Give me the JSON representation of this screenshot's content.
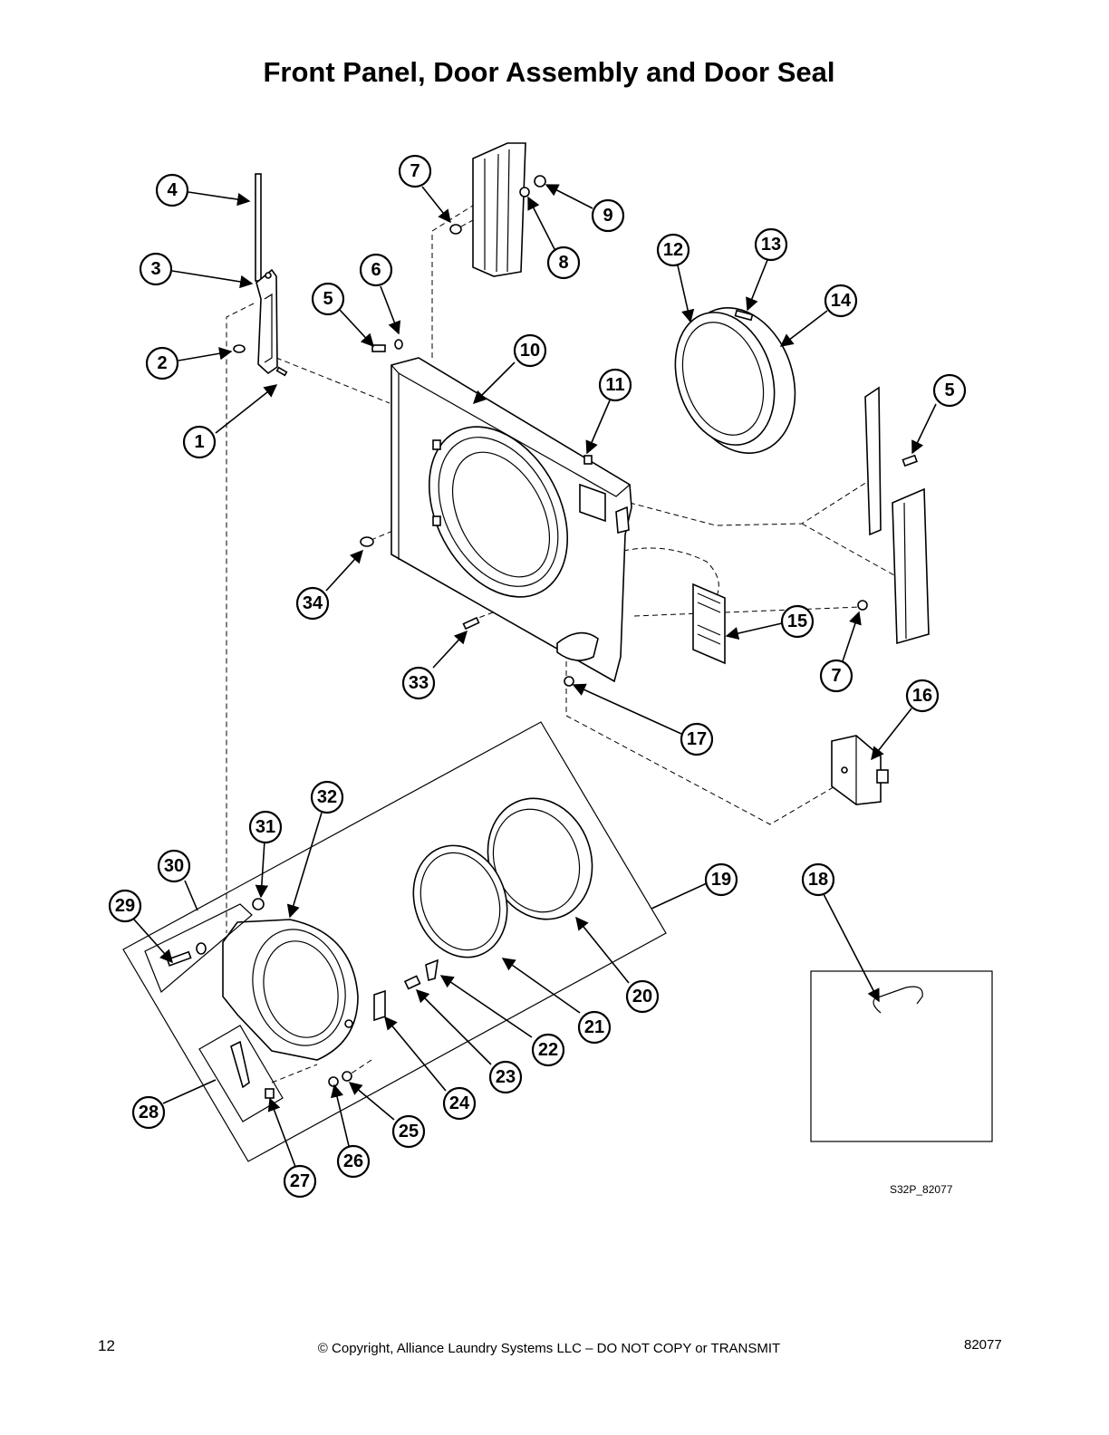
{
  "title": "Front Panel, Door Assembly and Door Seal",
  "callouts": [
    "1",
    "2",
    "3",
    "4",
    "5",
    "6",
    "7",
    "8",
    "9",
    "10",
    "11",
    "12",
    "13",
    "14",
    "5",
    "15",
    "7",
    "16",
    "17",
    "18",
    "19",
    "20",
    "21",
    "22",
    "23",
    "24",
    "25",
    "26",
    "27",
    "28",
    "29",
    "30",
    "31",
    "32",
    "33",
    "34"
  ],
  "drawing_code": "S32P_82077",
  "footer": {
    "page_number": "12",
    "copyright": "© Copyright, Alliance Laundry Systems LLC – DO NOT COPY or TRANSMIT",
    "document_number": "82077"
  }
}
